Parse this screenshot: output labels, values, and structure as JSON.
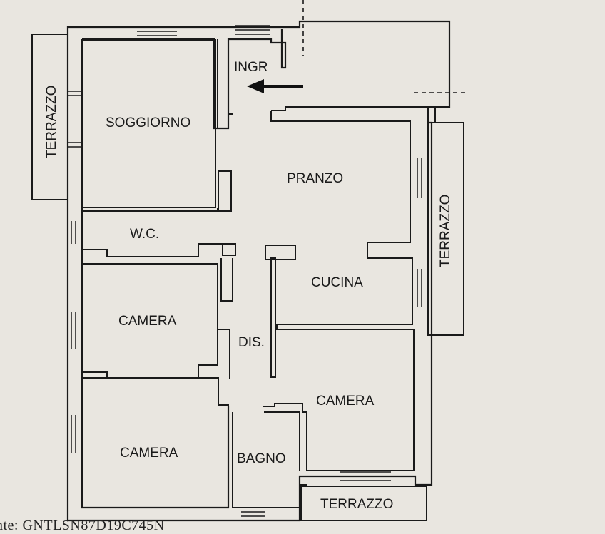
{
  "floor_plan": {
    "rooms": {
      "soggiorno": "SOGGIORNO",
      "ingresso": "INGR",
      "pranzo": "PRANZO",
      "wc": "W.C.",
      "cucina": "CUCINA",
      "camera_1": "CAMERA",
      "disimpegno": "DIS.",
      "camera_2": "CAMERA",
      "camera_3": "CAMERA",
      "bagno": "BAGNO"
    },
    "terraces": {
      "west": "TERRAZZO",
      "east": "TERRAZZO",
      "south": "TERRAZZO"
    }
  },
  "footer_text": "nte: GNTLSN87D19C745N",
  "colors": {
    "paper": "#e9e6e0",
    "wall": "#1a1a1a",
    "room_fill": "#e6e3dd"
  },
  "icons": [
    "entrance-arrow-icon"
  ]
}
